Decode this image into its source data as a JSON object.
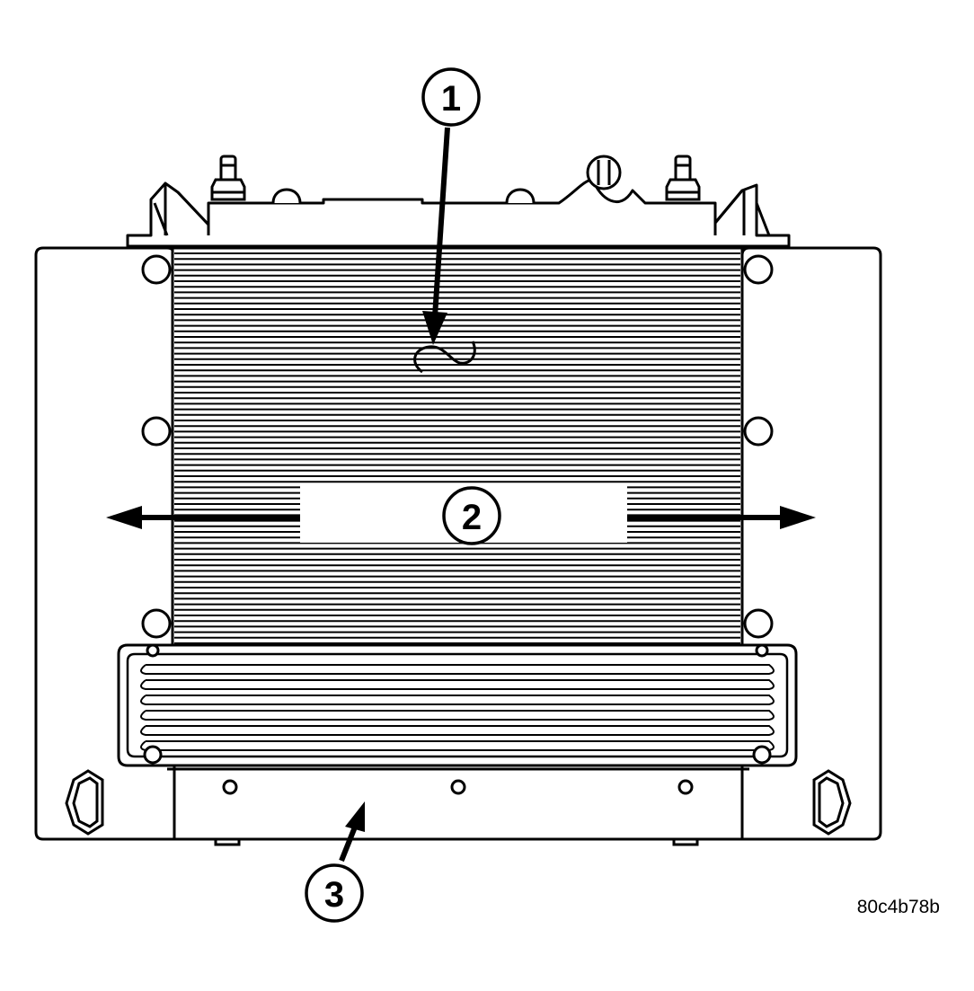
{
  "figure": {
    "id_code": "80c4b78b"
  },
  "callouts": [
    {
      "number": "1"
    },
    {
      "number": "2"
    },
    {
      "number": "3"
    }
  ],
  "colors": {
    "ink": "#000000",
    "paper": "#ffffff"
  }
}
